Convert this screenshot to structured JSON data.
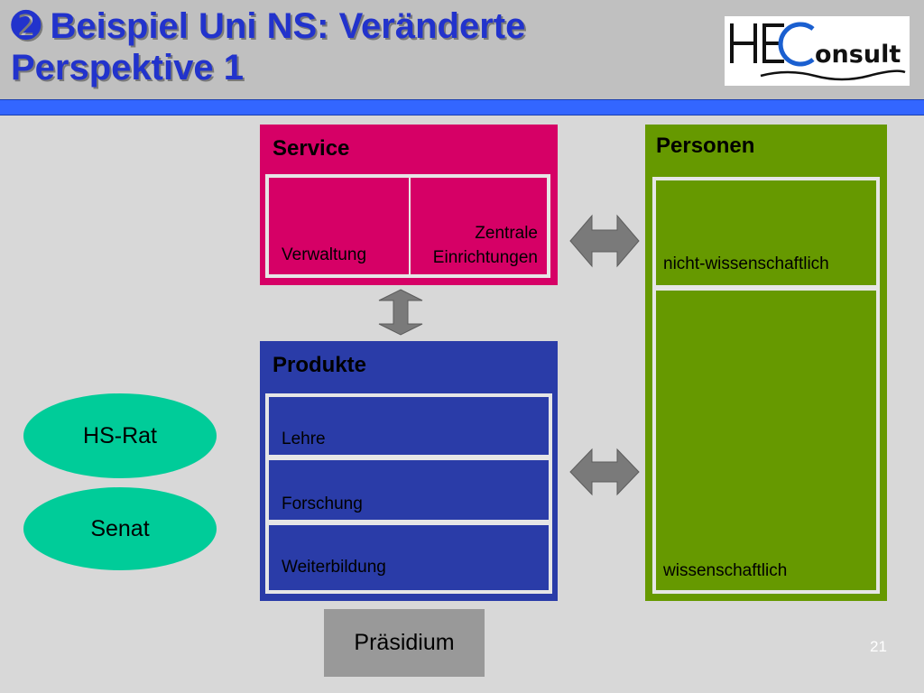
{
  "header": {
    "bullet": "➋",
    "title": "Beispiel Uni NS: Veränderte Perspektive 1",
    "logo_text": "HEConsult"
  },
  "service": {
    "title": "Service",
    "cells": [
      "Verwaltung",
      "Zentrale\nEinrichtungen"
    ]
  },
  "produkte": {
    "title": "Produkte",
    "rows": [
      "Lehre",
      "Forschung",
      "Weiterbildung"
    ]
  },
  "personen": {
    "title": "Personen",
    "rows": [
      "nicht-wissenschaftlich",
      "wissenschaftlich"
    ]
  },
  "gremien": [
    "HS-Rat",
    "Senat"
  ],
  "praesidium": "Präsidium",
  "page_number": "21",
  "colors": {
    "title": "#2233cc",
    "service": "#d60066",
    "produkte": "#2a3ca8",
    "personen": "#669900",
    "gremien": "#00cc99",
    "praesidium": "#999999",
    "arrow": "#7a7a7a",
    "header_bar": "#3366ff"
  }
}
